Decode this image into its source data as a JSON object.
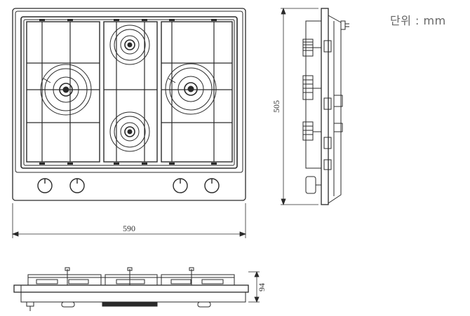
{
  "unit_label": "단위 : mm",
  "dimensions": {
    "width": "590",
    "depth": "505",
    "height": "94"
  }
}
